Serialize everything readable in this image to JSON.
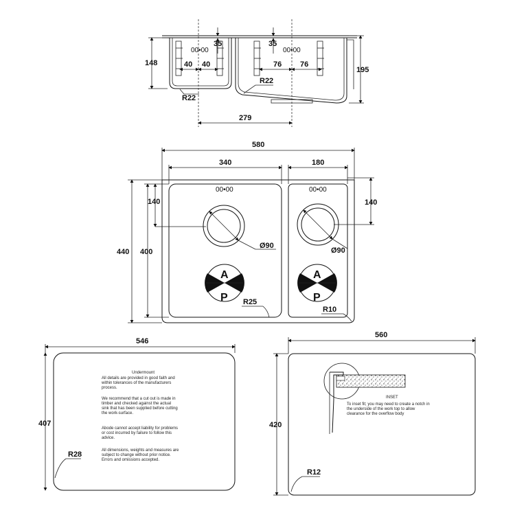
{
  "top_view": {
    "dims": {
      "d35_left": "35",
      "d35_right": "35",
      "d40_a": "40",
      "d40_b": "40",
      "d76_a": "76",
      "d76_b": "76",
      "d148": "148",
      "d195": "195",
      "r22_a": "R22",
      "r22_b": "R22",
      "d279": "279"
    },
    "waste_marks": [
      "00•00",
      "00•00"
    ]
  },
  "plan_view": {
    "dims": {
      "d580": "580",
      "d340": "340",
      "d180": "180",
      "d440": "440",
      "d400": "400",
      "d140_left": "140",
      "d140_right": "140",
      "dia90_left": "Ø90",
      "dia90_right": "Ø90",
      "r25": "R25",
      "r10": "R10"
    },
    "waste_marks": [
      "00•00",
      "00•00"
    ],
    "logo_letters": {
      "top": "A",
      "bottom": "P"
    }
  },
  "undermount": {
    "dims": {
      "width": "546",
      "height": "407",
      "radius": "R28"
    },
    "title": "Undermount",
    "lines": [
      "All details are provided in good faith and",
      "within tolerances of the manufacturers",
      "process.",
      "",
      "We recommend that a cut out is made in",
      "timber and checked against the actual",
      "sink that has been supplied before cutting",
      "the work-surface.",
      "",
      "Abode cannot accept liability for problems",
      "or cost incurred by failure to follow this",
      "advice.",
      "",
      "All dimensions, weights and measures are",
      "subject to change without prior notice.",
      "Errors and omissions accepted."
    ]
  },
  "inset": {
    "dims": {
      "width": "560",
      "height": "420",
      "radius": "R12"
    },
    "title": "INSET",
    "lines": [
      "To inset fit; you may need to create a notch in",
      "the underside of the work top to allow",
      "clearance for the overflow body"
    ]
  }
}
